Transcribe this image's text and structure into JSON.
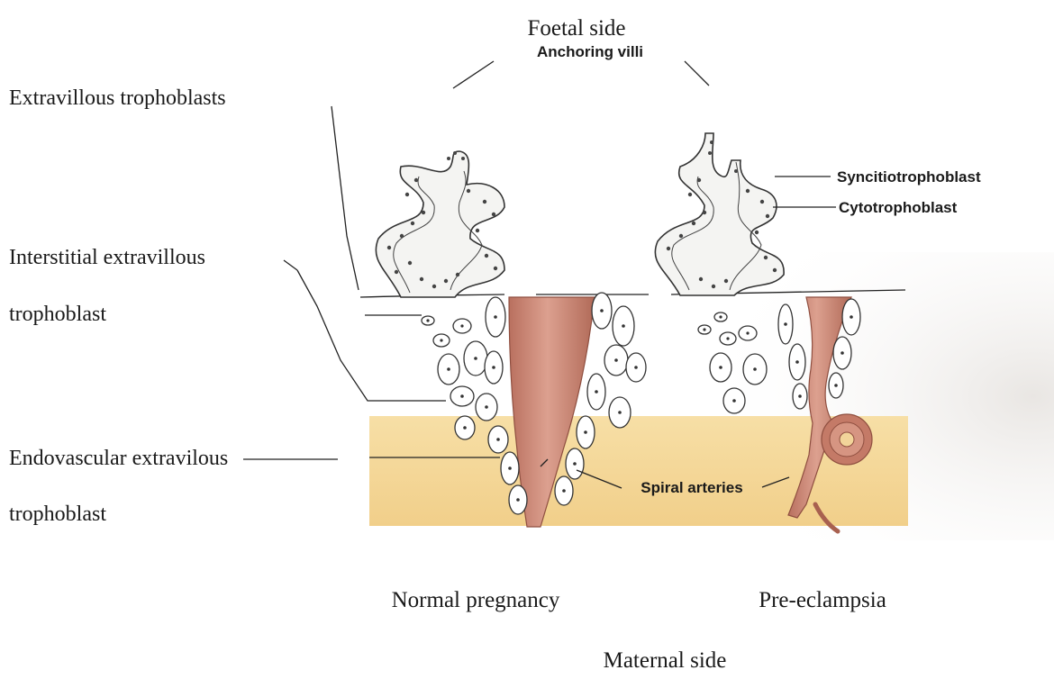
{
  "labels": {
    "foetal_side": "Foetal side",
    "anchoring_villi": "Anchoring villi",
    "extravillous_trophoblasts": "Extravillous trophoblasts",
    "syncitiotrophoblast": "Syncitiotrophoblast",
    "cytotrophoblast": "Cytotrophoblast",
    "interstitial_line1": "Interstitial extravillous",
    "interstitial_line2": "trophoblast",
    "endovascular_line1": "Endovascular extravilous",
    "endovascular_line2": "trophoblast",
    "spiral_arteries": "Spiral arteries",
    "normal_pregnancy": "Normal pregnancy",
    "pre_eclampsia": "Pre-eclampsia",
    "maternal_side": "Maternal side"
  },
  "colors": {
    "decidua": "#f5d79a",
    "artery": "#c98a78",
    "artery_dark": "#a8604f",
    "background": "#ffffff"
  }
}
